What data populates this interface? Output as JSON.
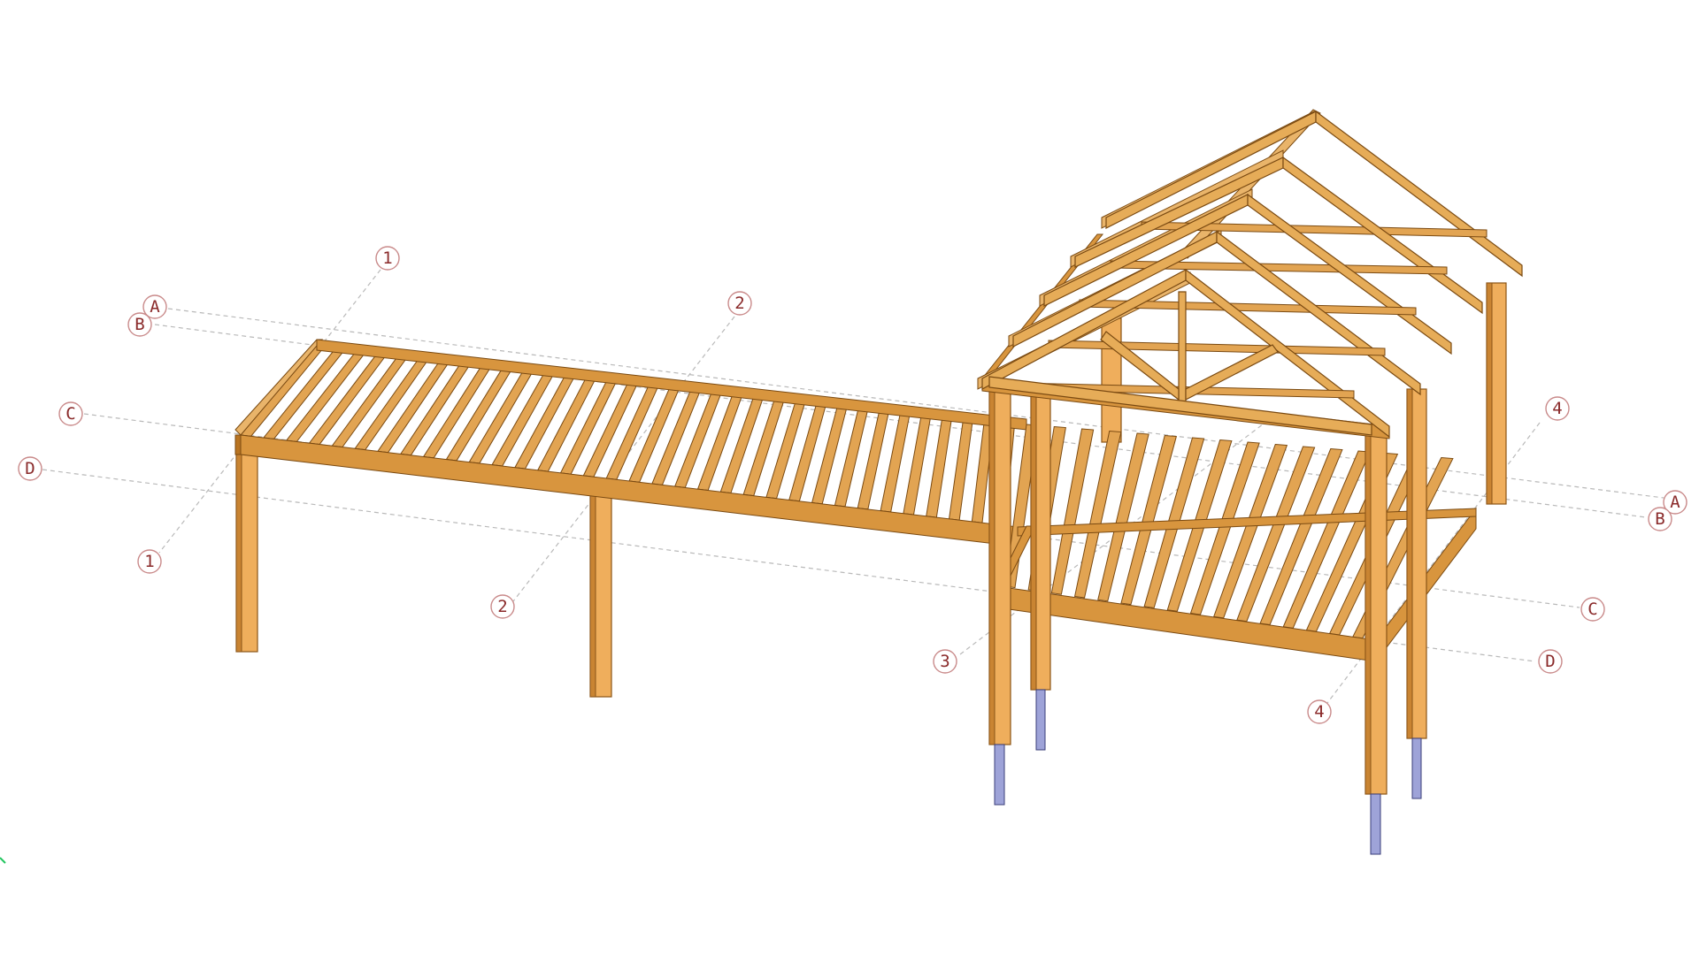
{
  "view": {
    "type": "3D structural timber model",
    "material_color": "#e2a452",
    "footing_color": "#9ea3d8",
    "gridline_color": "#b9b9b9",
    "bubble_text_color": "#8a2a2a"
  },
  "grid_axes": {
    "a": "A",
    "b": "B",
    "c": "C",
    "d": "D",
    "n1": "1",
    "n2": "2",
    "n3": "3",
    "n4": "4"
  }
}
